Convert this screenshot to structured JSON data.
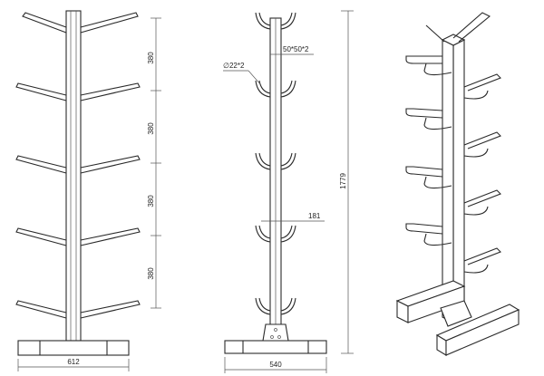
{
  "front_view": {
    "vertical_spacings": [
      "380",
      "380",
      "380",
      "380"
    ],
    "base_width": "612"
  },
  "side_view": {
    "post_section": "50*50*2",
    "tube_diameter": "∅22*2",
    "arm_width": "181",
    "total_height": "1779",
    "base_width": "540"
  },
  "iso_view": {}
}
